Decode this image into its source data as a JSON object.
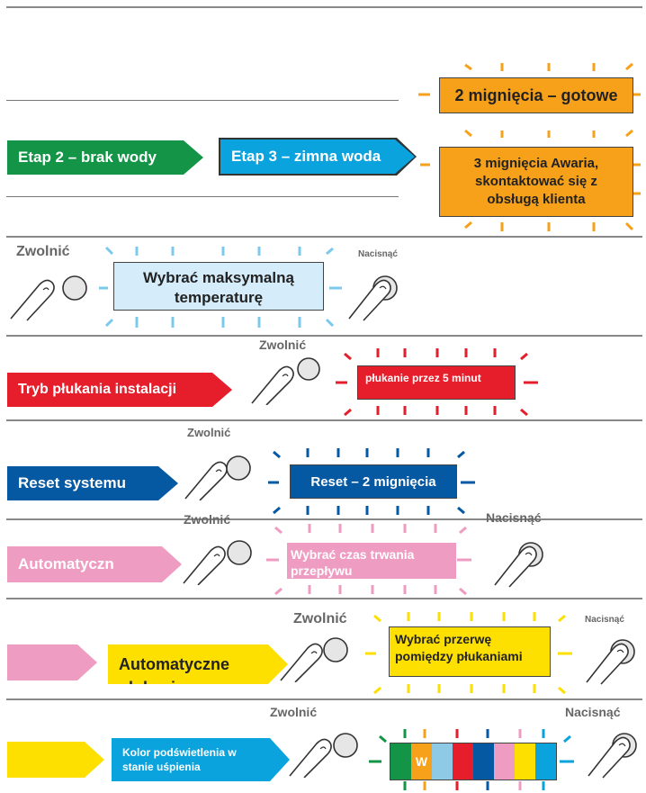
{
  "colors": {
    "green": "#139447",
    "blue": "#0aa3de",
    "orange": "#f7a11a",
    "red": "#e61e2b",
    "dark_blue": "#0558a2",
    "pink": "#ef9cc2",
    "yellow": "#fde000",
    "light_blue_box": "#d5ecfa"
  },
  "row1": {
    "stage2": "Etap 2 – brak wody",
    "stage3": "Etap 3 – zimna woda",
    "ready": "2 mignięcia – gotowe",
    "fault": "3 mignięcia Awaria, skontaktować się z obsługą klienta"
  },
  "row2": {
    "release": "Zwolnić",
    "press": "Nacisnąć",
    "box": "Wybrać maksymalną temperaturę"
  },
  "row3": {
    "arrow": "Tryb płukania instalacji",
    "release": "Zwolnić",
    "box": "płukanie przez 5 minut"
  },
  "row4": {
    "release": "Zwolnić",
    "arrow": "Reset systemu",
    "box": "Reset – 2 mignięcia"
  },
  "row5": {
    "release": "Zwolnić",
    "press": "Nacisnąć",
    "arrow": "Automatyczn",
    "box": "Wybrać czas trwania przepływu"
  },
  "row6": {
    "release": "Zwolnić",
    "press": "Nacisnąć",
    "arrow": "Automatyczne płukanie",
    "box": "Wybrać przerwę pomiędzy płukaniami"
  },
  "row7": {
    "release": "Zwolnić",
    "press": "Nacisnąć",
    "arrow": "Kolor podświetlenia w stanie uśpienia",
    "stripe_letter": "W"
  }
}
